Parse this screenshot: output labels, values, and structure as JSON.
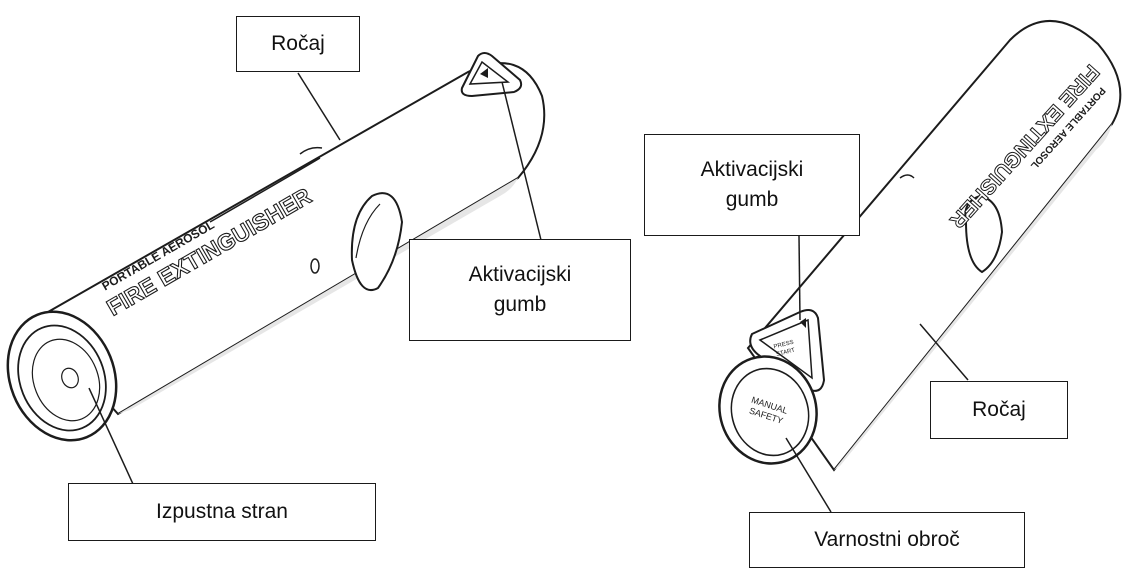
{
  "colors": {
    "stroke": "#1c1c1c",
    "fill": "#ffffff",
    "shade": "#e6e6e6"
  },
  "left_device": {
    "print_line1": "PORTABLE AEROSOL",
    "print_line2": "FIRE EXTINGUISHER"
  },
  "right_device": {
    "print_line1": "PORTABLE AEROSOL",
    "print_line2": "FIRE EXTINGUISHER",
    "button_text_1": "PRESS",
    "button_text_2": "START",
    "cap_text_1": "MANUAL",
    "cap_text_2": "SAFETY"
  },
  "labels": {
    "left_handle": "Ročaj",
    "left_button_line1": "Aktivacijski",
    "left_button_line2": "gumb",
    "left_outlet": "Izpustna stran",
    "right_button_line1": "Aktivacijski",
    "right_button_line2": "gumb",
    "right_handle": "Ročaj",
    "right_safety_ring": "Varnostni obroč"
  }
}
